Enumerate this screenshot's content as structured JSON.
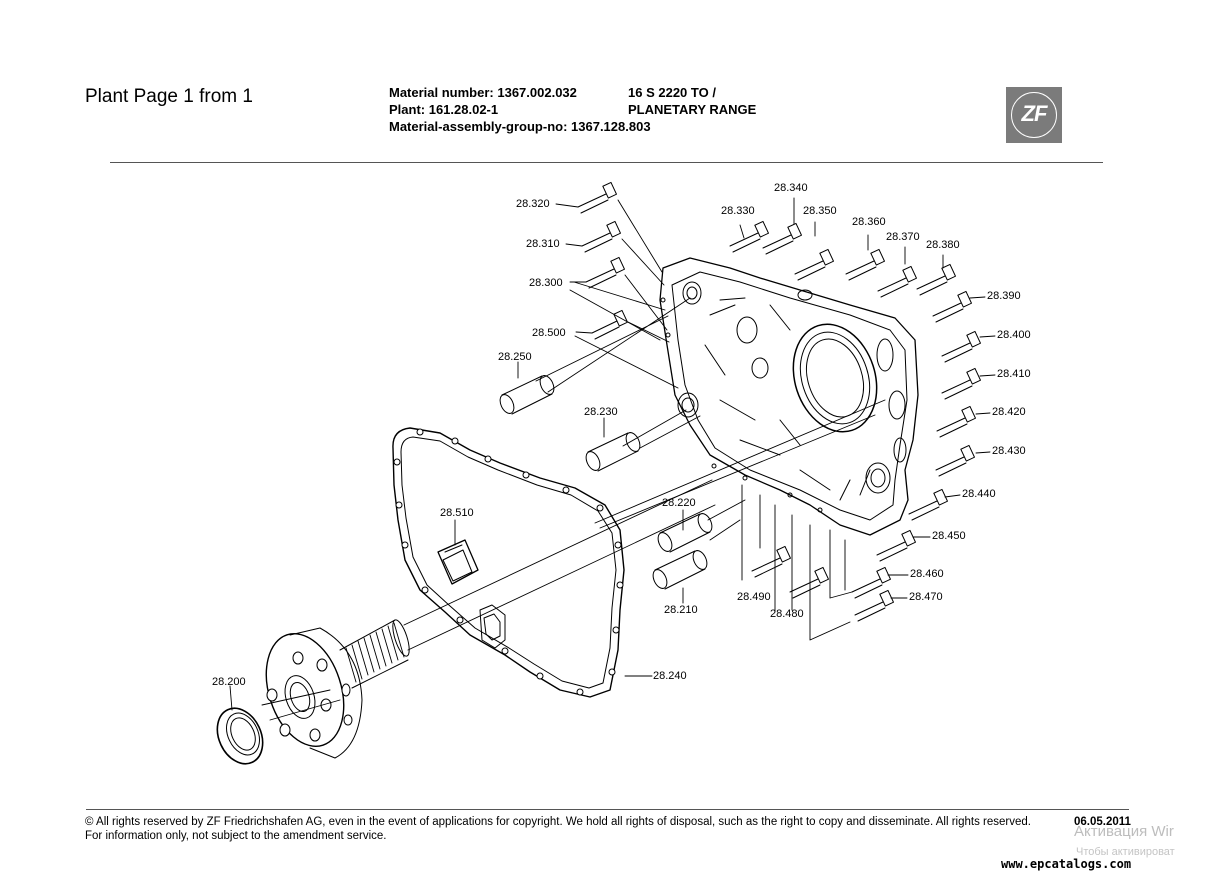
{
  "header": {
    "plant_page": "Plant Page 1 from 1",
    "material_number": "Material number: 1367.002.032",
    "plant": "Plant: 161.28.02-1",
    "assembly_group": "Material-assembly-group-no: 1367.128.803",
    "product_line1": "16 S 2220 TO /",
    "product_line2": "PLANETARY RANGE",
    "logo_text": "ZF"
  },
  "diagram": {
    "labels": {
      "p200": "28.200",
      "p210": "28.210",
      "p220": "28.220",
      "p230": "28.230",
      "p240": "28.240",
      "p250": "28.250",
      "p300": "28.300",
      "p310": "28.310",
      "p320": "28.320",
      "p330": "28.330",
      "p340": "28.340",
      "p350": "28.350",
      "p360": "28.360",
      "p370": "28.370",
      "p380": "28.380",
      "p390": "28.390",
      "p400": "28.400",
      "p410": "28.410",
      "p420": "28.420",
      "p430": "28.430",
      "p440": "28.440",
      "p450": "28.450",
      "p460": "28.460",
      "p470": "28.470",
      "p480": "28.480",
      "p490": "28.490",
      "p500": "28.500",
      "p510": "28.510"
    }
  },
  "footer": {
    "copyright": "© All rights reserved by ZF Friedrichshafen AG, even in the event of applications for copyright. We hold all rights of disposal, such as the right to copy and disseminate. All rights reserved.",
    "info": "For information only, not subject to the amendment service.",
    "date": "06.05.2011",
    "watermark_line1": "Активация Wir",
    "watermark_line2": "Чтобы активироват",
    "site": "www.epcatalogs.com"
  }
}
